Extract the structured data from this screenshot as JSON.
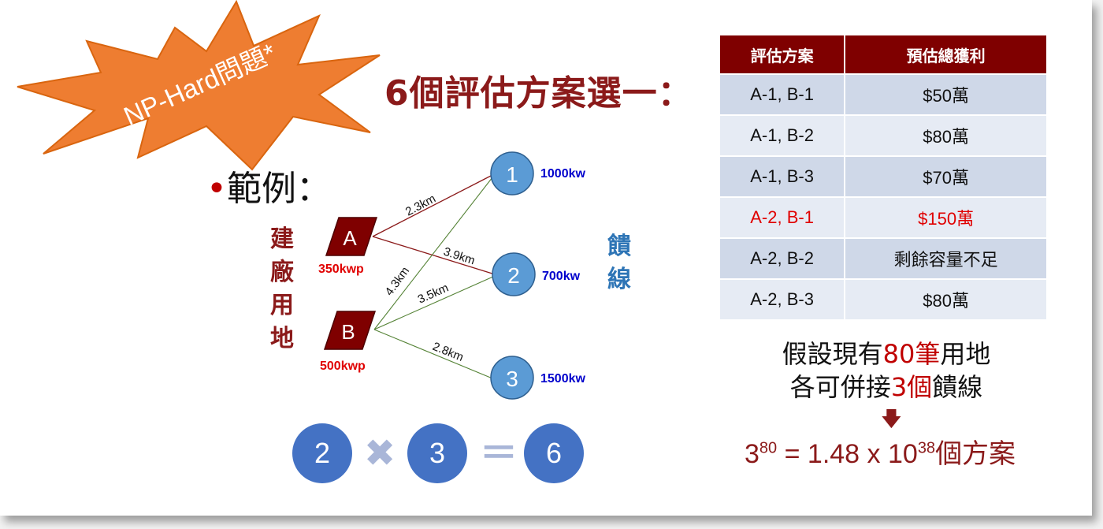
{
  "badge": {
    "text": "NP-Hard問題*"
  },
  "title": "6個評估方案選一：",
  "example": {
    "bullet": "•",
    "text": "範例："
  },
  "site_label": [
    "建",
    "廠",
    "用",
    "地"
  ],
  "feeder_label": [
    "饋",
    "線"
  ],
  "sites": [
    {
      "id": "A",
      "capacity": "350kwp"
    },
    {
      "id": "B",
      "capacity": "500kwp"
    }
  ],
  "feeders": [
    {
      "id": "1",
      "capacity": "1000kw"
    },
    {
      "id": "2",
      "capacity": "700kw"
    },
    {
      "id": "3",
      "capacity": "1500kw"
    }
  ],
  "edges": [
    {
      "from": "A",
      "to": "1",
      "distance": "2.3km",
      "color": "#8b1a1a"
    },
    {
      "from": "A",
      "to": "2",
      "distance": "3.9km",
      "color": "#8b1a1a"
    },
    {
      "from": "B",
      "to": "1",
      "distance": "4.3km",
      "color": "#548235"
    },
    {
      "from": "B",
      "to": "2",
      "distance": "3.5km",
      "color": "#548235"
    },
    {
      "from": "B",
      "to": "3",
      "distance": "2.8km",
      "color": "#548235"
    }
  ],
  "equation": {
    "a": "2",
    "b": "3",
    "result": "6"
  },
  "table": {
    "headers": [
      "評估方案",
      "預估總獲利"
    ],
    "rows": [
      {
        "plan": "A-1, B-1",
        "profit": "$50萬",
        "highlight": false
      },
      {
        "plan": "A-1, B-2",
        "profit": "$80萬",
        "highlight": false
      },
      {
        "plan": "A-1, B-3",
        "profit": "$70萬",
        "highlight": false
      },
      {
        "plan": "A-2, B-1",
        "profit": "$150萬",
        "highlight": true
      },
      {
        "plan": "A-2, B-2",
        "profit": "剩餘容量不足",
        "highlight": false
      },
      {
        "plan": "A-2, B-3",
        "profit": "$80萬",
        "highlight": false
      }
    ]
  },
  "assumption": {
    "line1_a": "假設現有",
    "line1_num": "80筆",
    "line1_b": "用地",
    "line2_a": "各可併接",
    "line2_num": "3個",
    "line2_b": "饋線"
  },
  "result": {
    "base": "3",
    "exp": "80",
    "mid": " = 1.48 x 10",
    "exp2": "38",
    "tail": "個方案"
  },
  "colors": {
    "dark_red": "#8b1a1a",
    "blue": "#4472c4",
    "light_blue_node": "#5b9bd5",
    "feeder_text": "#0000cc"
  }
}
